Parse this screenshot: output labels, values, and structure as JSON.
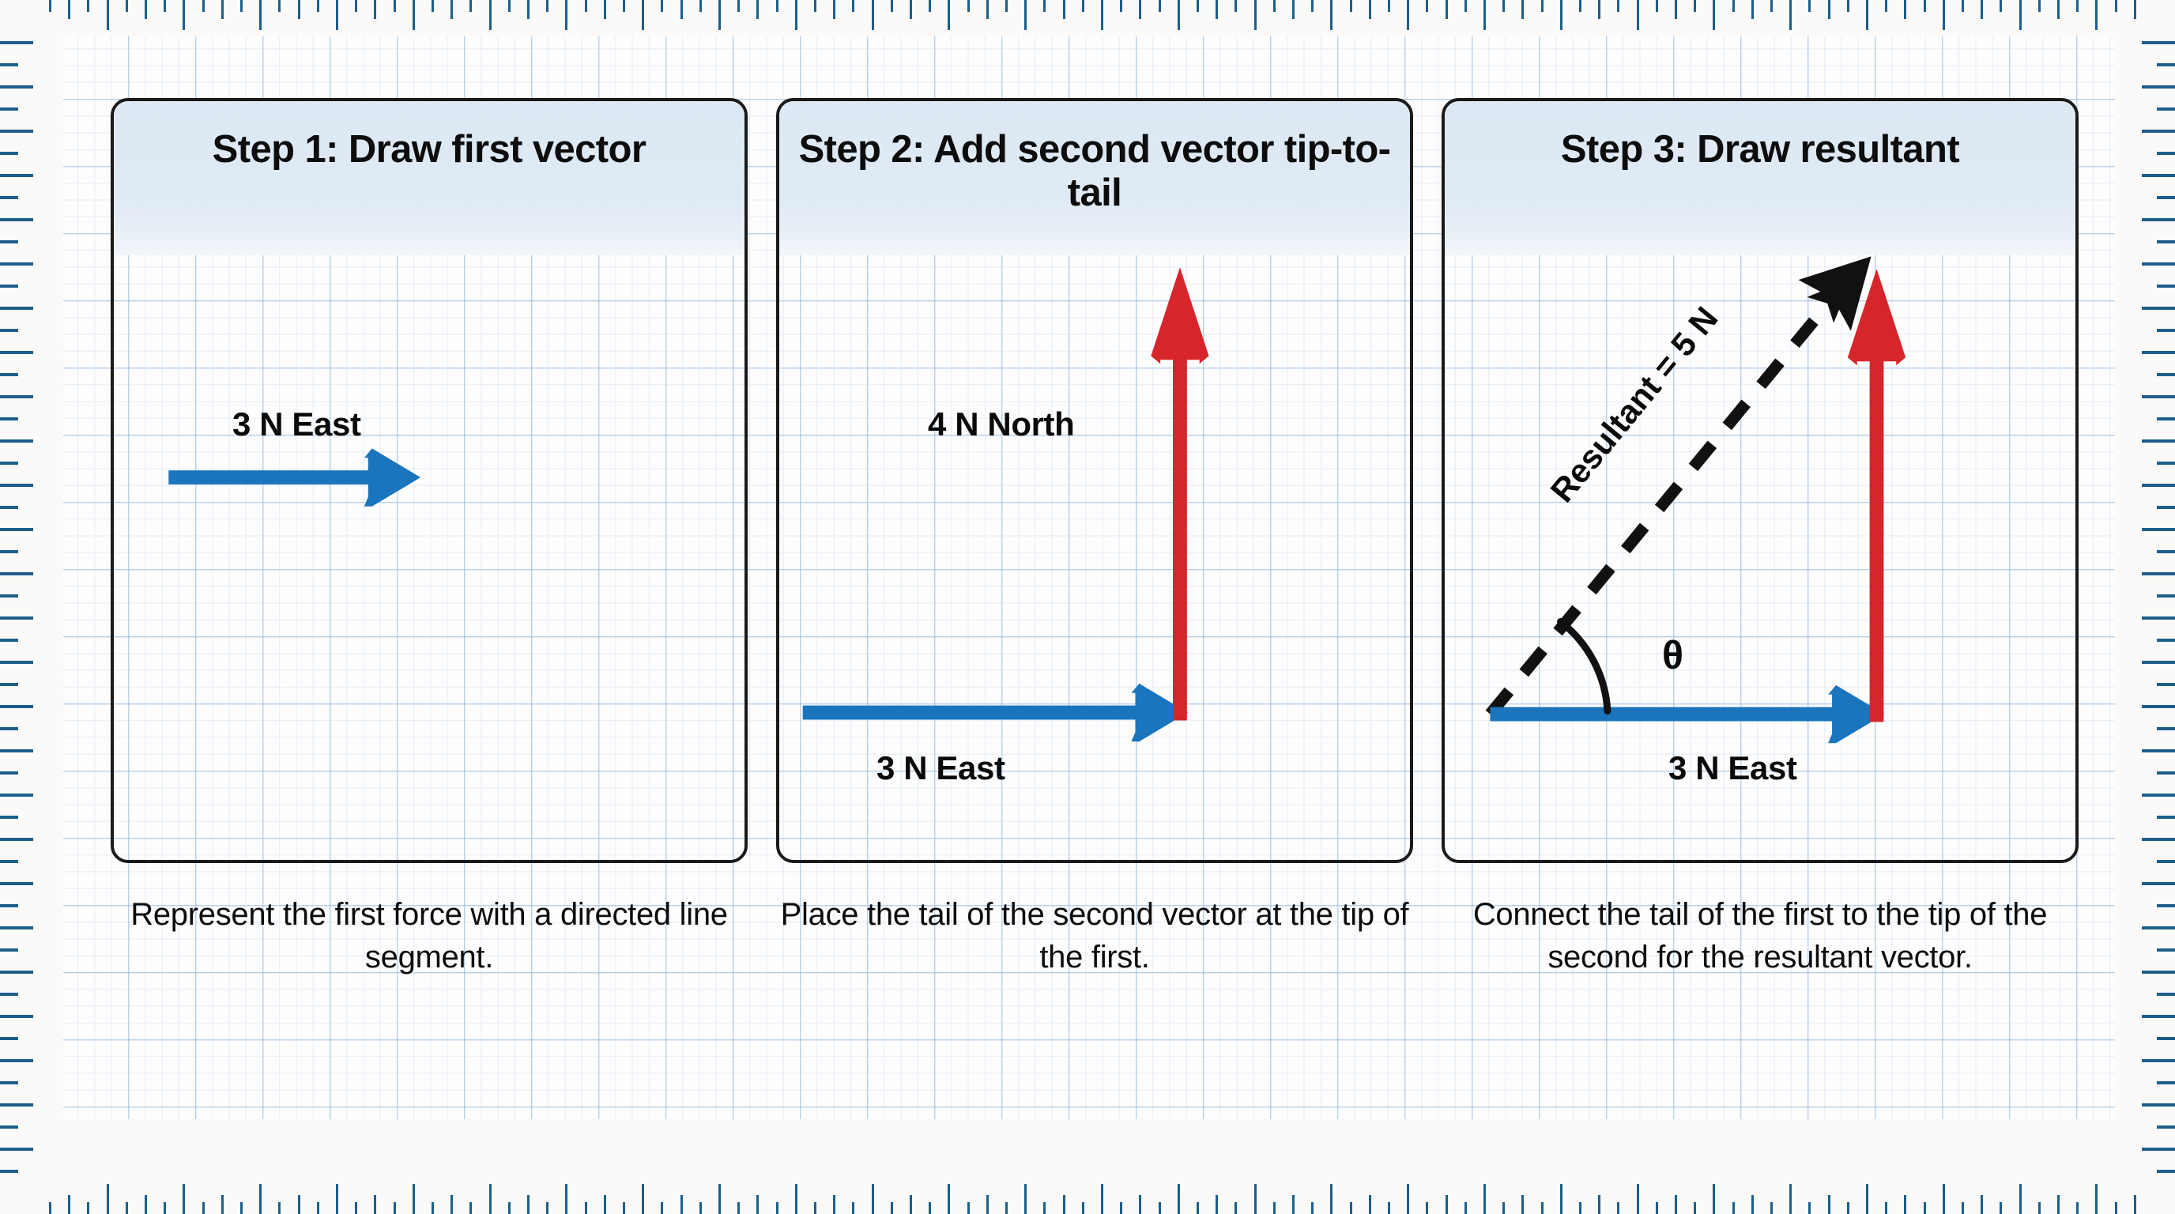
{
  "theme": {
    "vector_blue": "#1a75bc",
    "vector_red": "#d6252b",
    "resultant_black": "#111111",
    "grid_blue": "#96b9e1",
    "ruler_blue": "#1d5f8a",
    "card_border": "#1a1a1a",
    "card_header_bg": "#dce8f3"
  },
  "steps": [
    {
      "title": "Step 1: Draw first vector",
      "caption": "Represent the first force with a directed line segment.",
      "labels": {
        "first_vector": "3 N East"
      }
    },
    {
      "title": "Step 2: Add second vector tip-to-tail",
      "caption": "Place the tail of the second vector at the tip of the first.",
      "labels": {
        "first_vector": "3 N East",
        "second_vector": "4 N North"
      }
    },
    {
      "title": "Step 3: Draw resultant",
      "caption": "Connect the tail of the first to the tip of the second for the resultant vector.",
      "labels": {
        "first_vector": "3 N East",
        "resultant": "Resultant = 5 N",
        "angle": "θ"
      }
    }
  ],
  "chart_data": {
    "type": "diagram",
    "title": "Vector addition tip-to-tail (force vectors)",
    "vectors": [
      {
        "name": "first_vector",
        "label": "3 N East",
        "magnitude": 3,
        "unit": "N",
        "direction": "East",
        "components": {
          "x": 3,
          "y": 0
        },
        "color": "#1a75bc",
        "style": "solid"
      },
      {
        "name": "second_vector",
        "label": "4 N North",
        "magnitude": 4,
        "unit": "N",
        "direction": "North",
        "components": {
          "x": 0,
          "y": 4
        },
        "color": "#d6252b",
        "style": "solid"
      },
      {
        "name": "resultant",
        "label": "Resultant = 5 N",
        "magnitude": 5,
        "unit": "N",
        "direction": "Northeast",
        "components": {
          "x": 3,
          "y": 4
        },
        "color": "#111111",
        "style": "dashed"
      }
    ],
    "angle": {
      "symbol": "θ",
      "between": [
        "resultant",
        "first_vector"
      ]
    }
  }
}
